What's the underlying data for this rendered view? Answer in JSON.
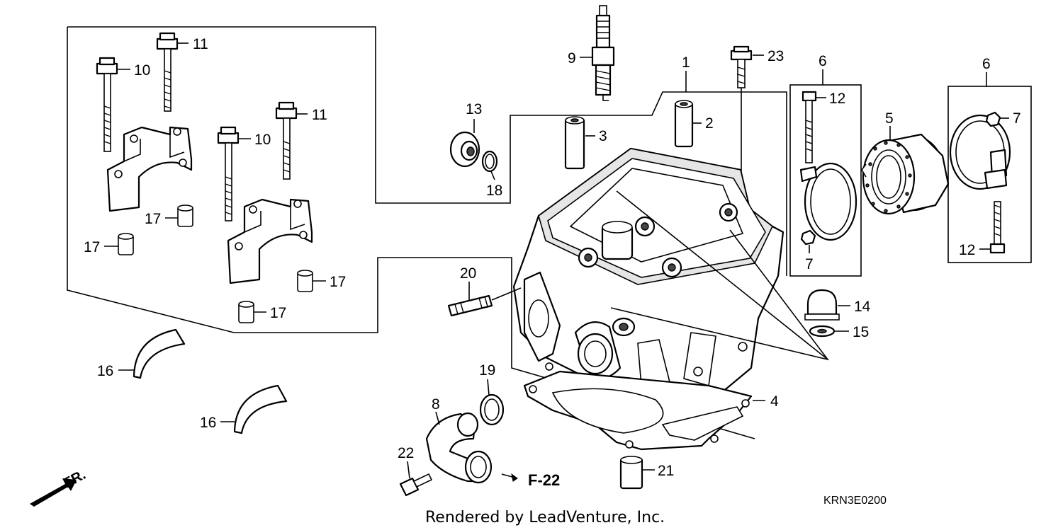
{
  "diagram": {
    "part_labels": [
      {
        "id": "p11a",
        "text": "11"
      },
      {
        "id": "p10a",
        "text": "10"
      },
      {
        "id": "p11b",
        "text": "11"
      },
      {
        "id": "p10b",
        "text": "10"
      },
      {
        "id": "p17a",
        "text": "17"
      },
      {
        "id": "p17b",
        "text": "17"
      },
      {
        "id": "p17c",
        "text": "17"
      },
      {
        "id": "p17d",
        "text": "17"
      },
      {
        "id": "p9",
        "text": "9"
      },
      {
        "id": "p13",
        "text": "13"
      },
      {
        "id": "p18",
        "text": "18"
      },
      {
        "id": "p3",
        "text": "3"
      },
      {
        "id": "p2",
        "text": "2"
      },
      {
        "id": "p1",
        "text": "1"
      },
      {
        "id": "p23",
        "text": "23"
      },
      {
        "id": "p6a",
        "text": "6"
      },
      {
        "id": "p12a",
        "text": "12"
      },
      {
        "id": "p7a",
        "text": "7"
      },
      {
        "id": "p5",
        "text": "5"
      },
      {
        "id": "p6b",
        "text": "6"
      },
      {
        "id": "p7b",
        "text": "7"
      },
      {
        "id": "p12b",
        "text": "12"
      },
      {
        "id": "p14",
        "text": "14"
      },
      {
        "id": "p15",
        "text": "15"
      },
      {
        "id": "p20",
        "text": "20"
      },
      {
        "id": "p16a",
        "text": "16"
      },
      {
        "id": "p16b",
        "text": "16"
      },
      {
        "id": "p19",
        "text": "19"
      },
      {
        "id": "p8",
        "text": "8"
      },
      {
        "id": "p22",
        "text": "22"
      },
      {
        "id": "p4",
        "text": "4"
      },
      {
        "id": "p21",
        "text": "21"
      }
    ],
    "reference_label": "F-22",
    "front_label": "FR.",
    "diagram_code": "KRN3E0200",
    "credit": "Rendered by LeadVenture, Inc."
  }
}
